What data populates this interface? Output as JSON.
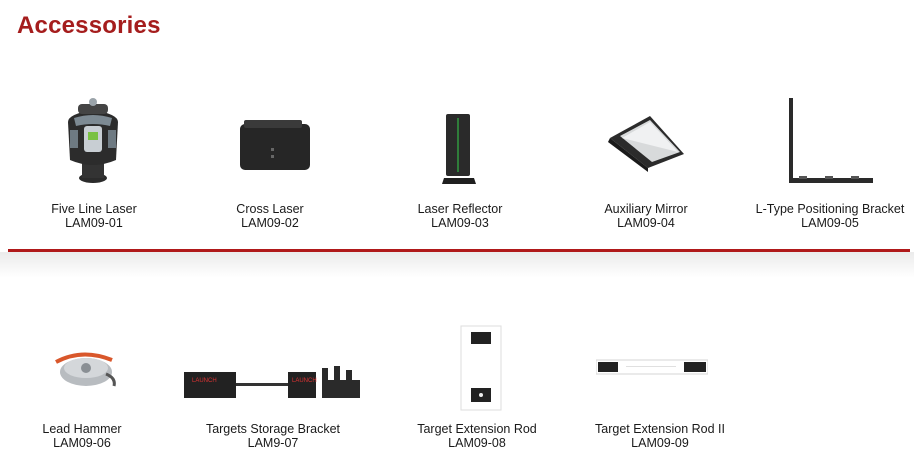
{
  "header": {
    "title": "Accessories"
  },
  "colors": {
    "accent": "#a51d1d",
    "divider": "#b0191a"
  },
  "row1": [
    {
      "name": "Five Line Laser",
      "code": "LAM09-01",
      "icon": "five-line-laser-icon"
    },
    {
      "name": "Cross Laser",
      "code": "LAM09-02",
      "icon": "cross-laser-icon"
    },
    {
      "name": "Laser Reflector",
      "code": "LAM09-03",
      "icon": "laser-reflector-icon"
    },
    {
      "name": "Auxiliary Mirror",
      "code": "LAM09-04",
      "icon": "auxiliary-mirror-icon"
    },
    {
      "name": "L-Type Positioning Bracket",
      "code": "LAM09-05",
      "icon": "l-bracket-icon"
    }
  ],
  "row2": [
    {
      "name": "Lead Hammer",
      "code": "LAM09-06",
      "icon": "lead-hammer-icon"
    },
    {
      "name": "Targets Storage Bracket",
      "code": "LAM9-07",
      "icon": "targets-storage-bracket-icon",
      "brand": "LAUNCH"
    },
    {
      "name": "Target Extension Rod",
      "code": "LAM09-08",
      "icon": "target-extension-rod-icon"
    },
    {
      "name": "Target Extension Rod II",
      "code": "LAM09-09",
      "icon": "target-extension-rod-ii-icon"
    }
  ]
}
